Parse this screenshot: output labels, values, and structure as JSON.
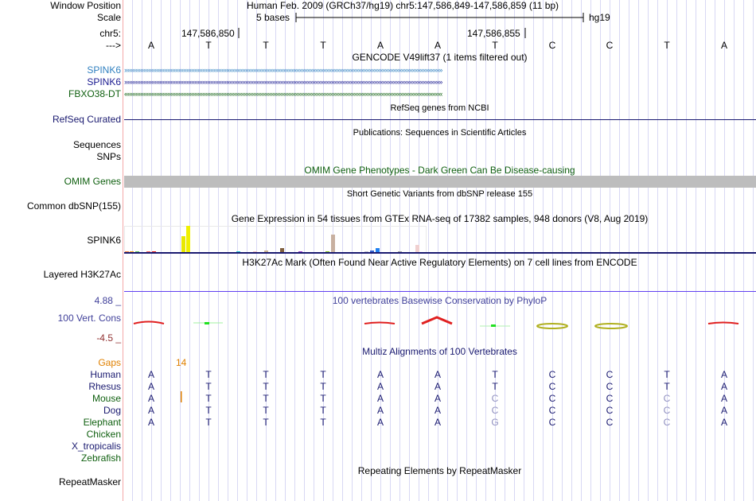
{
  "header": {
    "window_position_label": "Window Position",
    "window_position": "Human Feb. 2009 (GRCh37/hg19)   chr5:147,586,849-147,586,859 (11 bp)",
    "scale_label": "Scale",
    "scale_text": "5 bases",
    "scale_assembly": "hg19",
    "chrom_label": "chr5:",
    "pos1": "147,586,850",
    "pos2": "147,586,855",
    "strand_label": "--->"
  },
  "sequence": [
    "A",
    "T",
    "T",
    "T",
    "A",
    "A",
    "T",
    "C",
    "C",
    "T",
    "A"
  ],
  "tracks": {
    "gencode": {
      "title": "GENCODE V49lift37 (1 items filtered out)",
      "items": [
        {
          "label": "SPINK6",
          "color": "#3080c0",
          "dir": ">"
        },
        {
          "label": "SPINK6",
          "color": "#1a1a90",
          "dir": ">"
        },
        {
          "label": "FBXO38-DT",
          "color": "#106010",
          "dir": "<"
        }
      ]
    },
    "refseq": {
      "title": "RefSeq genes from NCBI",
      "label": "RefSeq Curated"
    },
    "publications": {
      "title": "Publications: Sequences in Scientific Articles",
      "labels": [
        "Sequences",
        "SNPs"
      ]
    },
    "omim": {
      "title": "OMIM Gene Phenotypes - Dark Green Can Be Disease-causing",
      "label": "OMIM Genes"
    },
    "dbsnp": {
      "title": "Short Genetic Variants from dbSNP release 155",
      "label": "Common dbSNP(155)"
    },
    "gtex": {
      "title": "Gene Expression in 54 tissues from GTEx RNA-seq of 17382 samples, 948 donors (V8, Aug 2019)",
      "label": "SPINK6"
    },
    "h3k27ac": {
      "title": "H3K27Ac Mark (Often Found Near Active Regulatory Elements) on 7 cell lines from ENCODE",
      "label": "Layered H3K27Ac"
    },
    "conservation": {
      "title": "100 vertebrates Basewise Conservation by PhyloP",
      "label": "100 Vert. Cons",
      "max": "4.88 _",
      "min": "-4.5 _"
    },
    "multiz": {
      "title": "Multiz Alignments of 100 Vertebrates",
      "gaps_label": "Gaps",
      "gaps_value": "14",
      "species": [
        {
          "name": "Human",
          "color": "#1a1a70",
          "bases": [
            "A",
            "T",
            "T",
            "T",
            "A",
            "A",
            "T",
            "C",
            "C",
            "T",
            "A"
          ]
        },
        {
          "name": "Rhesus",
          "color": "#1a1a70",
          "bases": [
            "A",
            "T",
            "T",
            "T",
            "A",
            "A",
            "T",
            "C",
            "C",
            "T",
            "A"
          ]
        },
        {
          "name": "Mouse",
          "color": "#106010",
          "bases": [
            "A",
            "T",
            "T",
            "T",
            "A",
            "A",
            "C",
            "C",
            "C",
            "C",
            "A"
          ]
        },
        {
          "name": "Dog",
          "color": "#1a1a70",
          "bases": [
            "A",
            "T",
            "T",
            "T",
            "A",
            "A",
            "C",
            "C",
            "C",
            "C",
            "A"
          ]
        },
        {
          "name": "Elephant",
          "color": "#106010",
          "bases": [
            "A",
            "T",
            "T",
            "T",
            "A",
            "A",
            "G",
            "C",
            "C",
            "C",
            "A"
          ]
        },
        {
          "name": "Chicken",
          "color": "#106010",
          "bases": []
        },
        {
          "name": "X_tropicalis",
          "color": "#1a1a70",
          "bases": []
        },
        {
          "name": "Zebrafish",
          "color": "#106010",
          "bases": []
        }
      ]
    },
    "repeatmasker": {
      "title": "Repeating Elements by RepeatMasker",
      "label": "RepeatMasker"
    }
  },
  "gtex_bars": [
    {
      "v": 1,
      "c": "#f08040"
    },
    {
      "v": 1,
      "c": "#f0a020"
    },
    {
      "v": 0.5,
      "c": "#60c060"
    },
    {
      "v": 1,
      "c": "#f06060"
    },
    {
      "v": 0.6,
      "c": "#e02020"
    },
    {
      "v": 20,
      "c": "#e8e800"
    },
    {
      "v": 33,
      "c": "#f0f000"
    },
    {
      "v": 0.8,
      "c": "#20c0d0"
    },
    {
      "v": 0.8,
      "c": "#f0c0c0"
    },
    {
      "v": 2,
      "c": "#c8b090"
    },
    {
      "v": 5,
      "c": "#806040"
    },
    {
      "v": 0.8,
      "c": "#a040d0"
    },
    {
      "v": 0.8,
      "c": "#80c020"
    },
    {
      "v": 22,
      "c": "#c8b0a0"
    },
    {
      "v": 0.8,
      "c": "#c0c0d0"
    },
    {
      "v": 2,
      "c": "#3060d0"
    },
    {
      "v": 5,
      "c": "#2080f0"
    },
    {
      "v": 0.8,
      "c": "#a0a0a0"
    },
    {
      "v": 9,
      "c": "#f0d0d0"
    }
  ]
}
